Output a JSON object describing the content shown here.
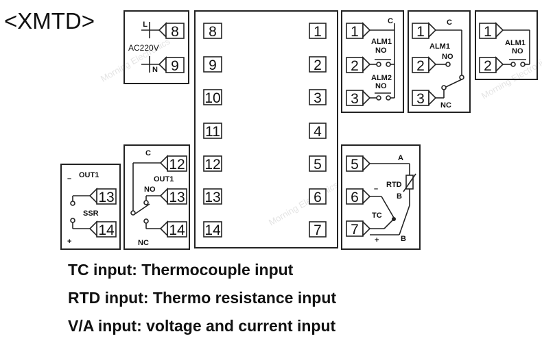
{
  "model": "<XMTD>",
  "watermark": "Morning Electronics",
  "power": {
    "terminals": [
      "8",
      "9"
    ],
    "labels": {
      "l": "L",
      "n": "N",
      "voltage": "AC220V"
    }
  },
  "main": {
    "left_terminals": [
      "8",
      "9",
      "10",
      "11",
      "12",
      "13",
      "14"
    ],
    "right_terminals": [
      "1",
      "2",
      "3",
      "4",
      "5",
      "6",
      "7"
    ]
  },
  "alarm_a": {
    "terminals": [
      "1",
      "2",
      "3"
    ],
    "labels": {
      "c": "C",
      "alm1": "ALM1",
      "no1": "NO",
      "alm2": "ALM2",
      "no2": "NO"
    }
  },
  "alarm_b": {
    "terminals": [
      "1",
      "2",
      "3"
    ],
    "labels": {
      "c": "C",
      "alm1": "ALM1",
      "no": "NO",
      "nc": "NC"
    }
  },
  "alarm_c": {
    "terminals": [
      "1",
      "2"
    ],
    "labels": {
      "alm1": "ALM1",
      "no": "NO"
    }
  },
  "input": {
    "terminals": [
      "5",
      "6",
      "7"
    ],
    "labels": {
      "a": "A",
      "rtd": "RTD",
      "b1": "B",
      "b2": "B",
      "tc": "TC",
      "minus": "–",
      "plus": "+"
    }
  },
  "out_ssr": {
    "terminals": [
      "13",
      "14"
    ],
    "labels": {
      "minus": "–",
      "out1": "OUT1",
      "ssr": "SSR",
      "plus": "+"
    }
  },
  "out_relay": {
    "terminals": [
      "12",
      "13",
      "14"
    ],
    "labels": {
      "c": "C",
      "out1": "OUT1",
      "no": "NO",
      "nc": "NC"
    }
  },
  "notes": [
    "TC input: Thermocouple input",
    "RTD input: Thermo resistance input",
    "V/A input: voltage and current input"
  ]
}
